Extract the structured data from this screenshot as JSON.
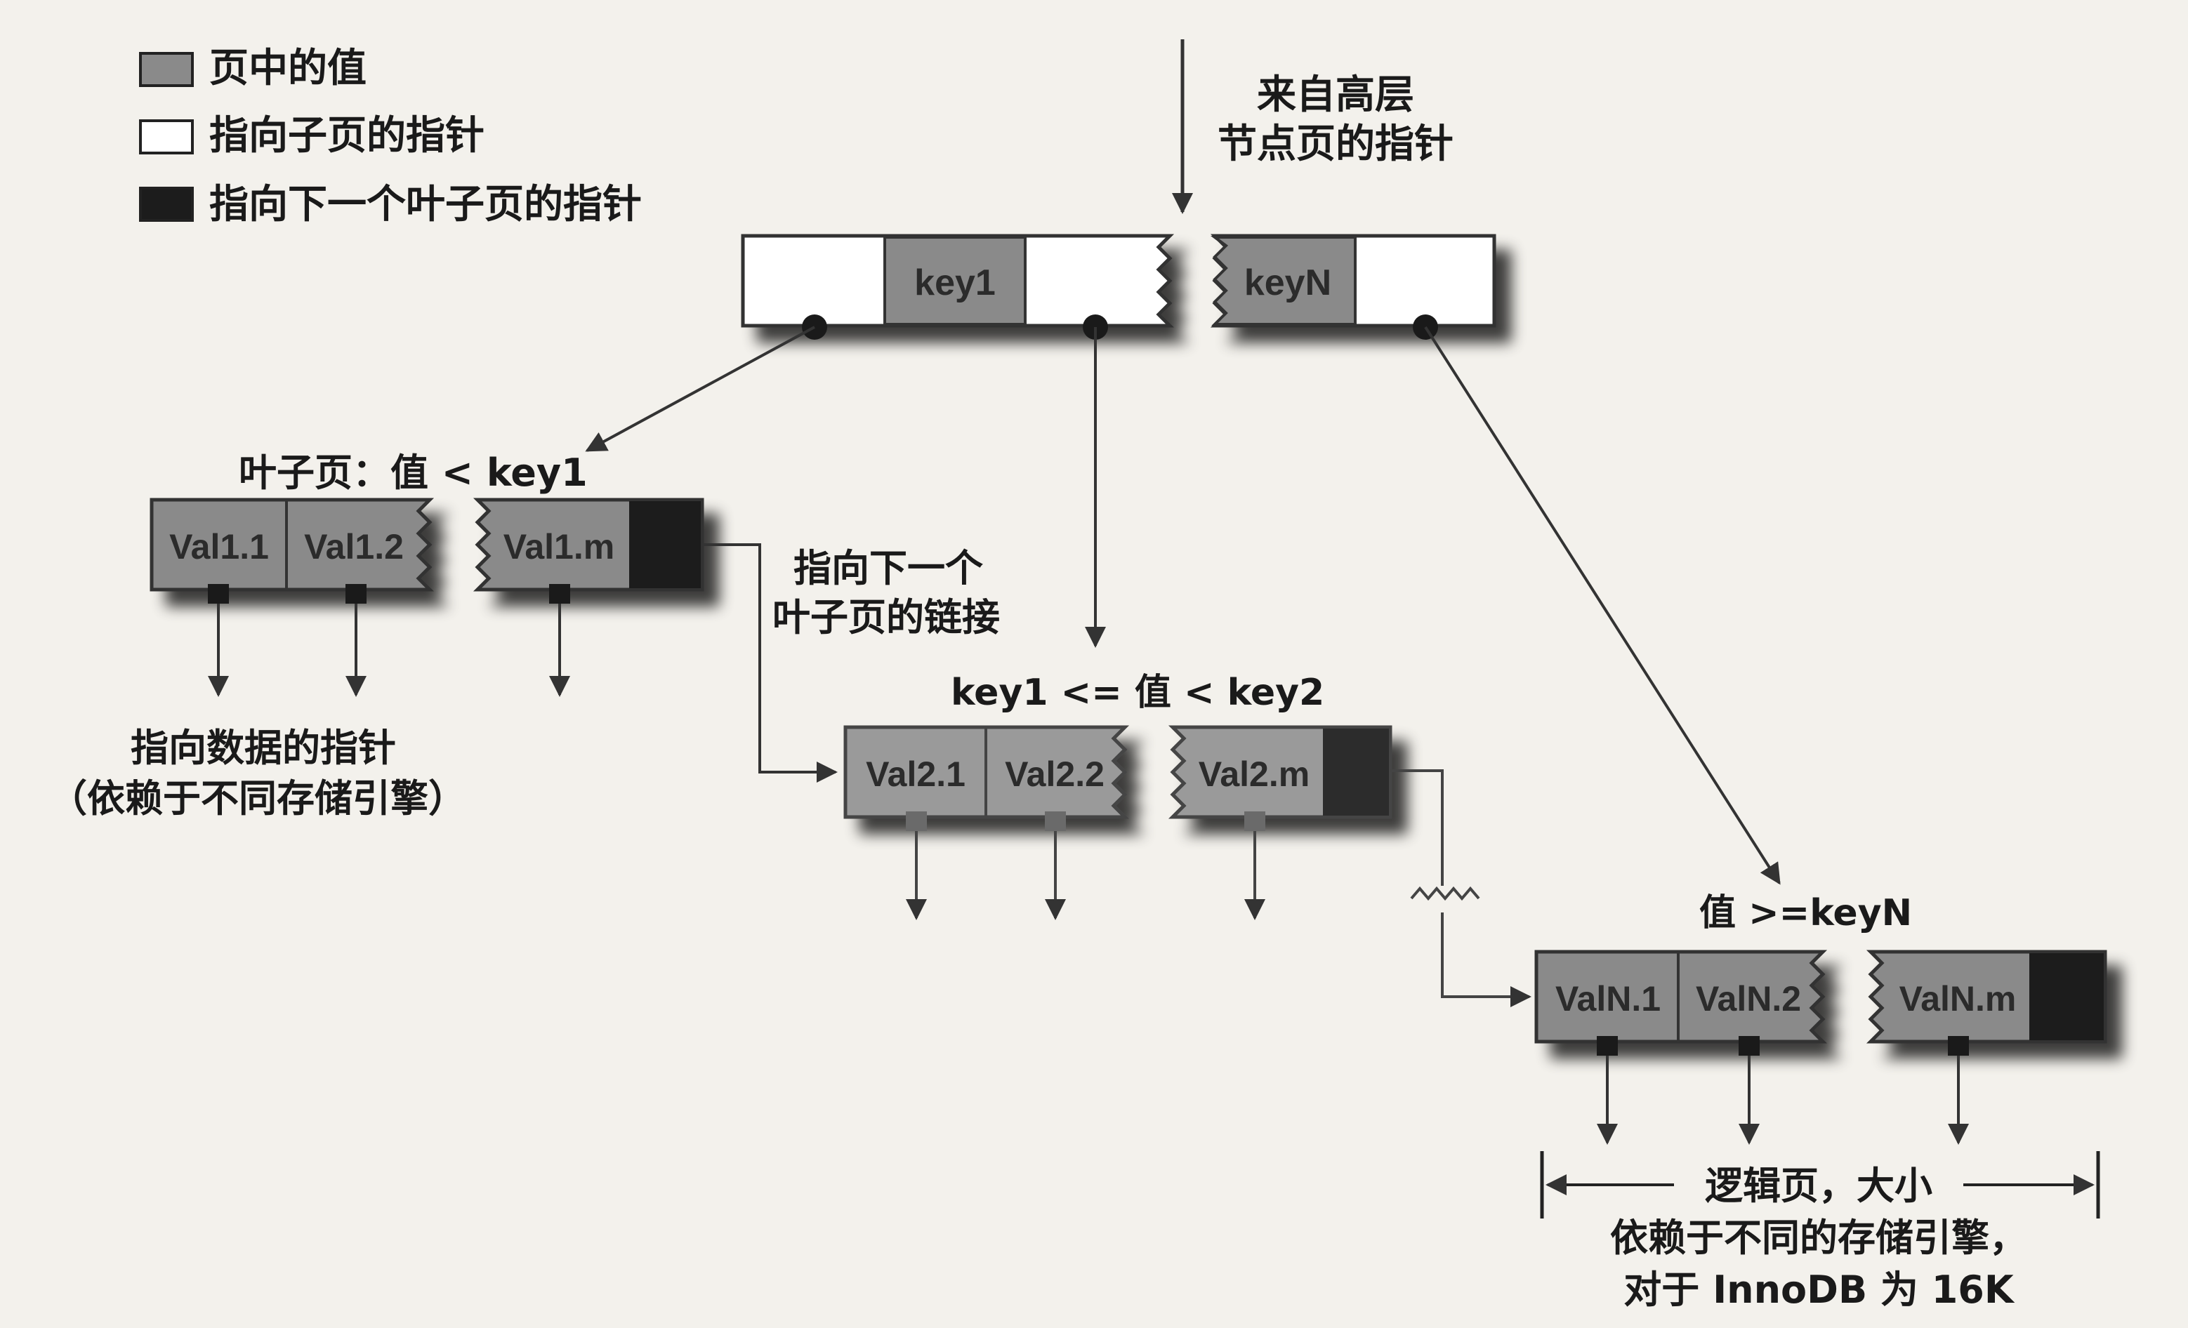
{
  "legend": {
    "value_in_page": "页中的值",
    "pointer_to_child_page": "指向子页的指针",
    "pointer_to_next_leaf_page": "指向下一个叶子页的指针"
  },
  "top_pointer": {
    "line1": "来自高层",
    "line2": "节点页的指针"
  },
  "root_node": {
    "key1": "key1",
    "keyN": "keyN"
  },
  "leaf1": {
    "caption": "叶子页：值 < key1",
    "v1": "Val1.1",
    "v2": "Val1.2",
    "vm": "Val1.m"
  },
  "next_leaf_link": {
    "line1": "指向下一个",
    "line2": "叶子页的链接"
  },
  "leaf2": {
    "caption": "key1 <= 值 < key2",
    "v1": "Val2.1",
    "v2": "Val2.2",
    "vm": "Val2.m"
  },
  "leafN": {
    "caption": "值 >=keyN",
    "v1": "ValN.1",
    "v2": "ValN.2",
    "vm": "ValN.m"
  },
  "data_pointer": {
    "line1": "指向数据的指针",
    "line2": "（依赖于不同存储引擎）"
  },
  "logical_page": {
    "line1": "逻辑页，大小",
    "line2": "依赖于不同的存储引擎，",
    "line3": "对于 InnoDB 为 16K"
  },
  "colors": {
    "value_fill": "#8a8a8a",
    "pointer_fill": "#ffffff",
    "next_pointer_fill": "#1c1c1c",
    "line": "#333333"
  }
}
